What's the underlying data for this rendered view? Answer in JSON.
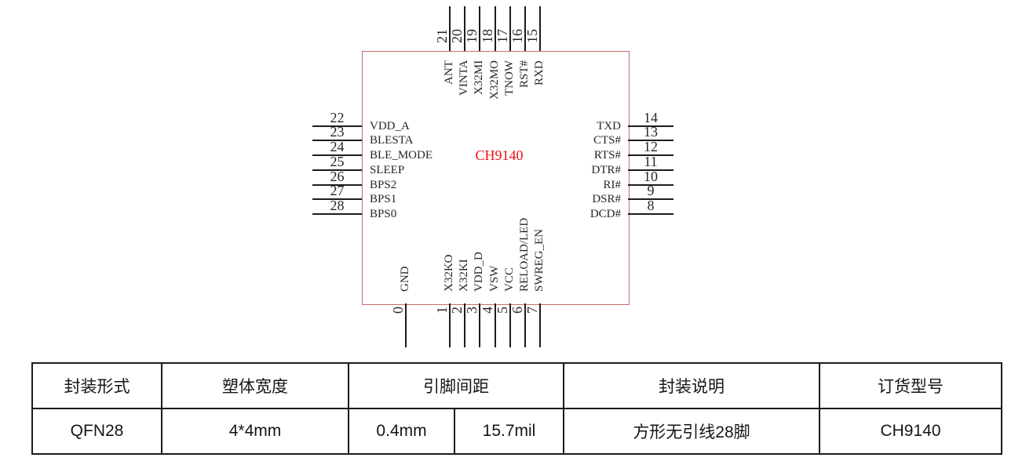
{
  "chip": {
    "name": "CH9140",
    "name_color": "#ee1111",
    "outline_color": "#c4706c"
  },
  "pins": {
    "top": [
      {
        "num": "21",
        "label": "ANT"
      },
      {
        "num": "20",
        "label": "VINTA"
      },
      {
        "num": "19",
        "label": "X32MI"
      },
      {
        "num": "18",
        "label": "X32MO"
      },
      {
        "num": "17",
        "label": "TNOW"
      },
      {
        "num": "16",
        "label": "RST#"
      },
      {
        "num": "15",
        "label": "RXD"
      }
    ],
    "left": [
      {
        "num": "22",
        "label": "VDD_A"
      },
      {
        "num": "23",
        "label": "BLESTA"
      },
      {
        "num": "24",
        "label": "BLE_MODE"
      },
      {
        "num": "25",
        "label": "SLEEP"
      },
      {
        "num": "26",
        "label": "BPS2"
      },
      {
        "num": "27",
        "label": "BPS1"
      },
      {
        "num": "28",
        "label": "BPS0"
      }
    ],
    "right": [
      {
        "num": "14",
        "label": "TXD"
      },
      {
        "num": "13",
        "label": "CTS#"
      },
      {
        "num": "12",
        "label": "RTS#"
      },
      {
        "num": "11",
        "label": "DTR#"
      },
      {
        "num": "10",
        "label": "RI#"
      },
      {
        "num": "9",
        "label": "DSR#"
      },
      {
        "num": "8",
        "label": "DCD#"
      }
    ],
    "bottom": [
      {
        "num": "0",
        "label": "GND"
      },
      {
        "num": "1",
        "label": "X32KO"
      },
      {
        "num": "2",
        "label": "X32KI"
      },
      {
        "num": "3",
        "label": "VDD_D"
      },
      {
        "num": "4",
        "label": "VSW"
      },
      {
        "num": "5",
        "label": "VCC"
      },
      {
        "num": "6",
        "label": "RELOAD/LED"
      },
      {
        "num": "7",
        "label": "SWREG_EN"
      }
    ]
  },
  "table": {
    "headers": {
      "package_type": "封装形式",
      "body_width": "塑体宽度",
      "pin_pitch": "引脚间距",
      "package_desc": "封装说明",
      "order_model": "订货型号"
    },
    "values": {
      "package_type": "QFN28",
      "body_width": "4*4mm",
      "pin_pitch_mm": "0.4mm",
      "pin_pitch_mil": "15.7mil",
      "package_desc": "方形无引线28脚",
      "order_model": "CH9140"
    }
  }
}
